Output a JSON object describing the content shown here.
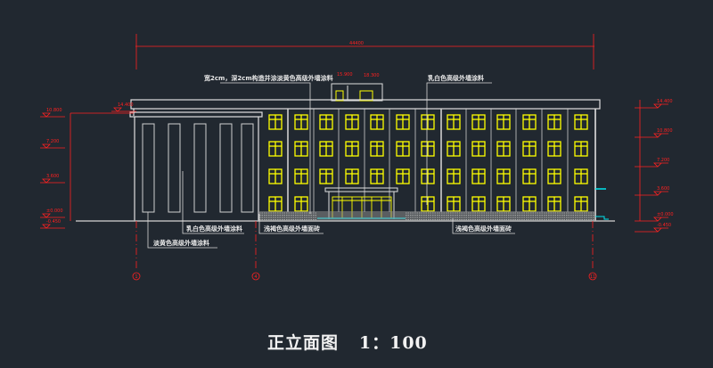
{
  "drawing": {
    "title": "正立面图",
    "scale": "1：100",
    "overall_dimension": "44400",
    "colors": {
      "background": "#212830",
      "walls": "#e0e0e0",
      "windows": "#ffff00",
      "dimensions": "#ff2020",
      "steps": "#00e5ee"
    },
    "annotations": {
      "groove": "宽2cm，深2cm构造并涂淡黄色高级外墙涂料",
      "upper_right": "乳白色高级外墙涂料",
      "lower_left_white": "乳白色高级外墙涂料",
      "lower_left_yellow": "淡黄色高级外墙涂料",
      "plinth_left": "浅褐色高级外墙面砖",
      "plinth_right": "浅褐色高级外墙面砖"
    },
    "levels_left": [
      "14.400",
      "10.800",
      "7.200",
      "3.600",
      "±0.000",
      "-0.450"
    ],
    "levels_right": [
      "14.400",
      "10.800",
      "7.200",
      "3.600",
      "±0.000",
      "-0.450"
    ],
    "level_roof_top": "18.300",
    "level_stair": "15.900",
    "axes": [
      "1",
      "4",
      "11"
    ]
  }
}
